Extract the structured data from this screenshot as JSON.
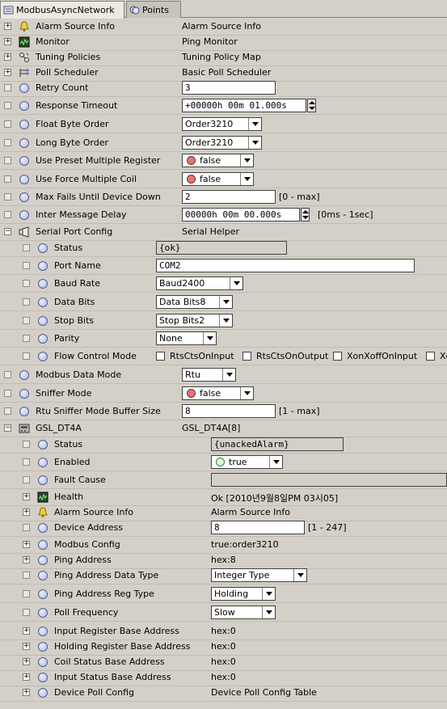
{
  "tabs": [
    {
      "label": "ModbusAsyncNetwork",
      "icon": "wrench-icon"
    },
    {
      "label": "Points",
      "icon": "points-icon"
    }
  ],
  "rows": [
    {
      "name": "Alarm Source Info",
      "value": "Alarm Source Info",
      "icon": "bell-icon"
    },
    {
      "name": "Monitor",
      "value": "Ping Monitor",
      "icon": "monitor-icon"
    },
    {
      "name": "Tuning Policies",
      "value": "Tuning Policy Map",
      "icon": "tuning-icon"
    },
    {
      "name": "Poll Scheduler",
      "value": "Basic Poll Scheduler",
      "icon": "scheduler-icon"
    },
    {
      "name": "Retry Count",
      "value": "3"
    },
    {
      "name": "Response Timeout",
      "value": "+00000h 00m 01.000s"
    },
    {
      "name": "Float Byte Order",
      "value": "Order3210"
    },
    {
      "name": "Long Byte Order",
      "value": "Order3210"
    },
    {
      "name": "Use Preset Multiple Register",
      "value": "false"
    },
    {
      "name": "Use Force Multiple Coil",
      "value": "false"
    },
    {
      "name": "Max Fails Until Device Down",
      "value": "2",
      "hint": "[0 - max]"
    },
    {
      "name": "Inter Message Delay",
      "value": "00000h 00m 00.000s",
      "hint": "[0ms - 1sec]"
    },
    {
      "name": "Serial Port Config",
      "value": "Serial Helper",
      "icon": "serial-port-icon"
    },
    {
      "name": "Status",
      "value": "{ok}"
    },
    {
      "name": "Port Name",
      "value": "COM2"
    },
    {
      "name": "Baud Rate",
      "value": "Baud2400"
    },
    {
      "name": "Data Bits",
      "value": "Data Bits8"
    },
    {
      "name": "Stop Bits",
      "value": "Stop Bits2"
    },
    {
      "name": "Parity",
      "value": "None"
    },
    {
      "name": "Flow Control Mode",
      "options": [
        "RtsCtsOnInput",
        "RtsCtsOnOutput",
        "XonXoffOnInput",
        "Xo"
      ]
    },
    {
      "name": "Modbus Data Mode",
      "value": "Rtu"
    },
    {
      "name": "Sniffer Mode",
      "value": "false"
    },
    {
      "name": "Rtu Sniffer Mode Buffer Size",
      "value": "8",
      "hint": "[1 - max]"
    },
    {
      "name": "GSL_DT4A",
      "value": "GSL_DT4A[8]",
      "icon": "device-icon"
    },
    {
      "name": "Status",
      "value": "{unackedAlarm}"
    },
    {
      "name": "Enabled",
      "value": "true"
    },
    {
      "name": "Fault Cause",
      "value": ""
    },
    {
      "name": "Health",
      "value": "Ok [2010년9월8일PM 03시05]",
      "icon": "health-icon"
    },
    {
      "name": "Alarm Source Info",
      "value": "Alarm Source Info",
      "icon": "bell-icon"
    },
    {
      "name": "Device Address",
      "value": "8",
      "hint": "[1 - 247]"
    },
    {
      "name": "Modbus Config",
      "value": "true:order3210"
    },
    {
      "name": "Ping Address",
      "value": "hex:8"
    },
    {
      "name": "Ping Address Data Type",
      "value": "Integer Type"
    },
    {
      "name": "Ping Address Reg Type",
      "value": "Holding"
    },
    {
      "name": "Poll Frequency",
      "value": "Slow"
    },
    {
      "name": "Input Register Base Address",
      "value": "hex:0"
    },
    {
      "name": "Holding Register Base Address",
      "value": "hex:0"
    },
    {
      "name": "Coil Status Base Address",
      "value": "hex:0"
    },
    {
      "name": "Input Status Base Address",
      "value": "hex:0"
    },
    {
      "name": "Device Poll Config",
      "value": "Device Poll Config Table"
    }
  ],
  "colors": {
    "background": "#d4d0c8",
    "field": "#ffffff",
    "false_dot": "#f07070",
    "true_dot": "#e0f8e0"
  }
}
